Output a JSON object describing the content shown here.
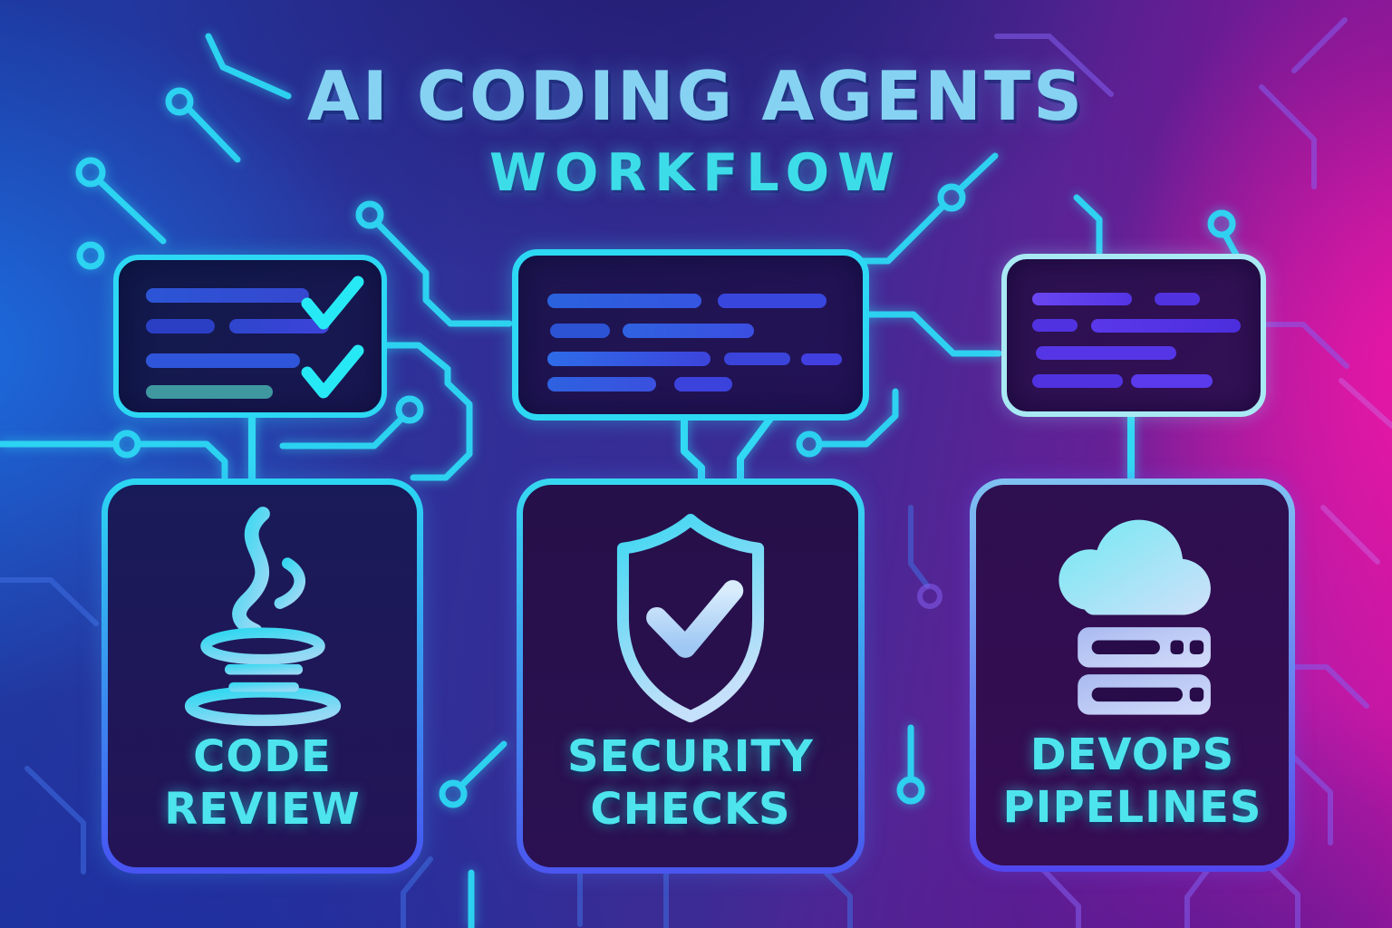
{
  "title": {
    "line1": "AI CODING AGENTS",
    "line2": "WORKFLOW"
  },
  "workflow_nodes": [
    {
      "name": "Code Review",
      "label_line1": "CODE",
      "label_line2": "REVIEW",
      "icon": "java-coffee-cup-icon"
    },
    {
      "name": "Security Checks",
      "label_line1": "SECURITY",
      "label_line2": "CHECKS",
      "icon": "shield-checkmark-icon"
    },
    {
      "name": "DevOps Pipelines",
      "label_line1": "DEVOPS",
      "label_line2": "PIPELINES",
      "icon": "cloud-server-stack-icon"
    }
  ],
  "code_cards": [
    {
      "position": "left",
      "icon": "code-lines-with-checkmarks",
      "line_rows": 4,
      "checkmarks": 2
    },
    {
      "position": "center",
      "icon": "code-lines",
      "line_rows": 4,
      "checkmarks": 0
    },
    {
      "position": "right",
      "icon": "code-lines",
      "line_rows": 4,
      "checkmarks": 0
    }
  ],
  "colors": {
    "title": "#85d2f3",
    "subtitle": "#3cdde9",
    "accent_cyan": "#2cd8f3",
    "accent_violet": "#5246ee",
    "node_label": "#4de4ee",
    "background_blue": "#1d55c8",
    "background_magenta": "#c714a4"
  }
}
